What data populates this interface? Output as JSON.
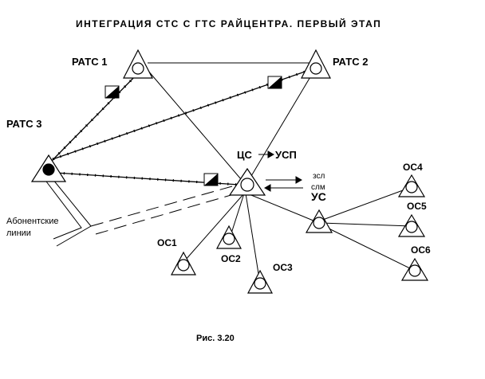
{
  "title": "ИНТЕГРАЦИЯ СТС С ГТС РАЙЦЕНТРА. ПЕРВЫЙ ЭТАП",
  "caption": "Рис. 3.20",
  "nodes": {
    "pats1": "РАТС 1",
    "pats2": "РАТС 2",
    "pats3": "РАТС 3",
    "cs": "ЦС",
    "usp": "УСП",
    "us": "УС",
    "os1": "ОС1",
    "os2": "ОС2",
    "os3": "ОС3",
    "os4": "ОС4",
    "os5": "ОС5",
    "os6": "ОС6"
  },
  "labels": {
    "zsl": "зсл",
    "slm": "слм",
    "subscriber_lines_1": "Абонентские",
    "subscriber_lines_2": "линии"
  },
  "colors": {
    "line": "#000000",
    "background": "#ffffff"
  }
}
